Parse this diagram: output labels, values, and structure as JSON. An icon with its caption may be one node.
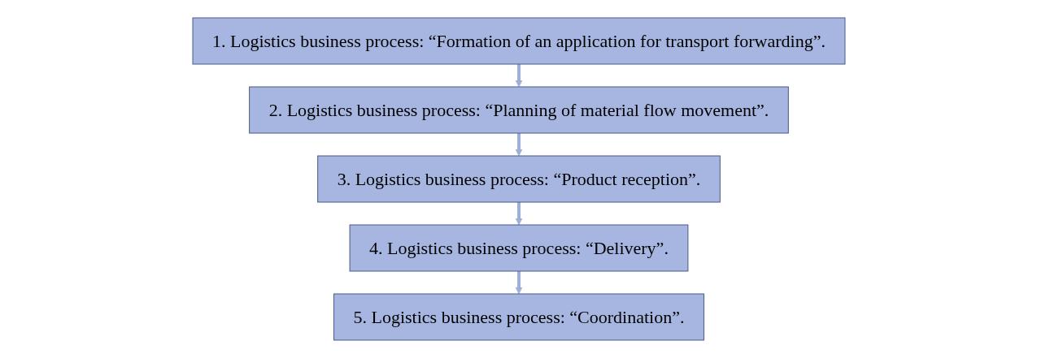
{
  "diagram": {
    "nodes": [
      {
        "text": [
          "1. Logistics business process: “Formation of an application for transport forwarding”."
        ]
      },
      {
        "text": [
          "2. Logistics business process: “Planning of material flow movement”."
        ]
      },
      {
        "text": [
          "3. Logistics business process: “Product reception”."
        ]
      },
      {
        "text": [
          "4. Logistics business process: “Delivery”."
        ]
      },
      {
        "text": [
          "5. Logistics business process: “Coordination”."
        ]
      }
    ],
    "edges": [
      {
        "from": 0,
        "to": 1,
        "arrow": "to"
      },
      {
        "from": 1,
        "to": 2,
        "arrow": "to"
      },
      {
        "from": 2,
        "to": 3,
        "arrow": "to"
      },
      {
        "from": 3,
        "to": 4,
        "arrow": "to"
      }
    ]
  }
}
